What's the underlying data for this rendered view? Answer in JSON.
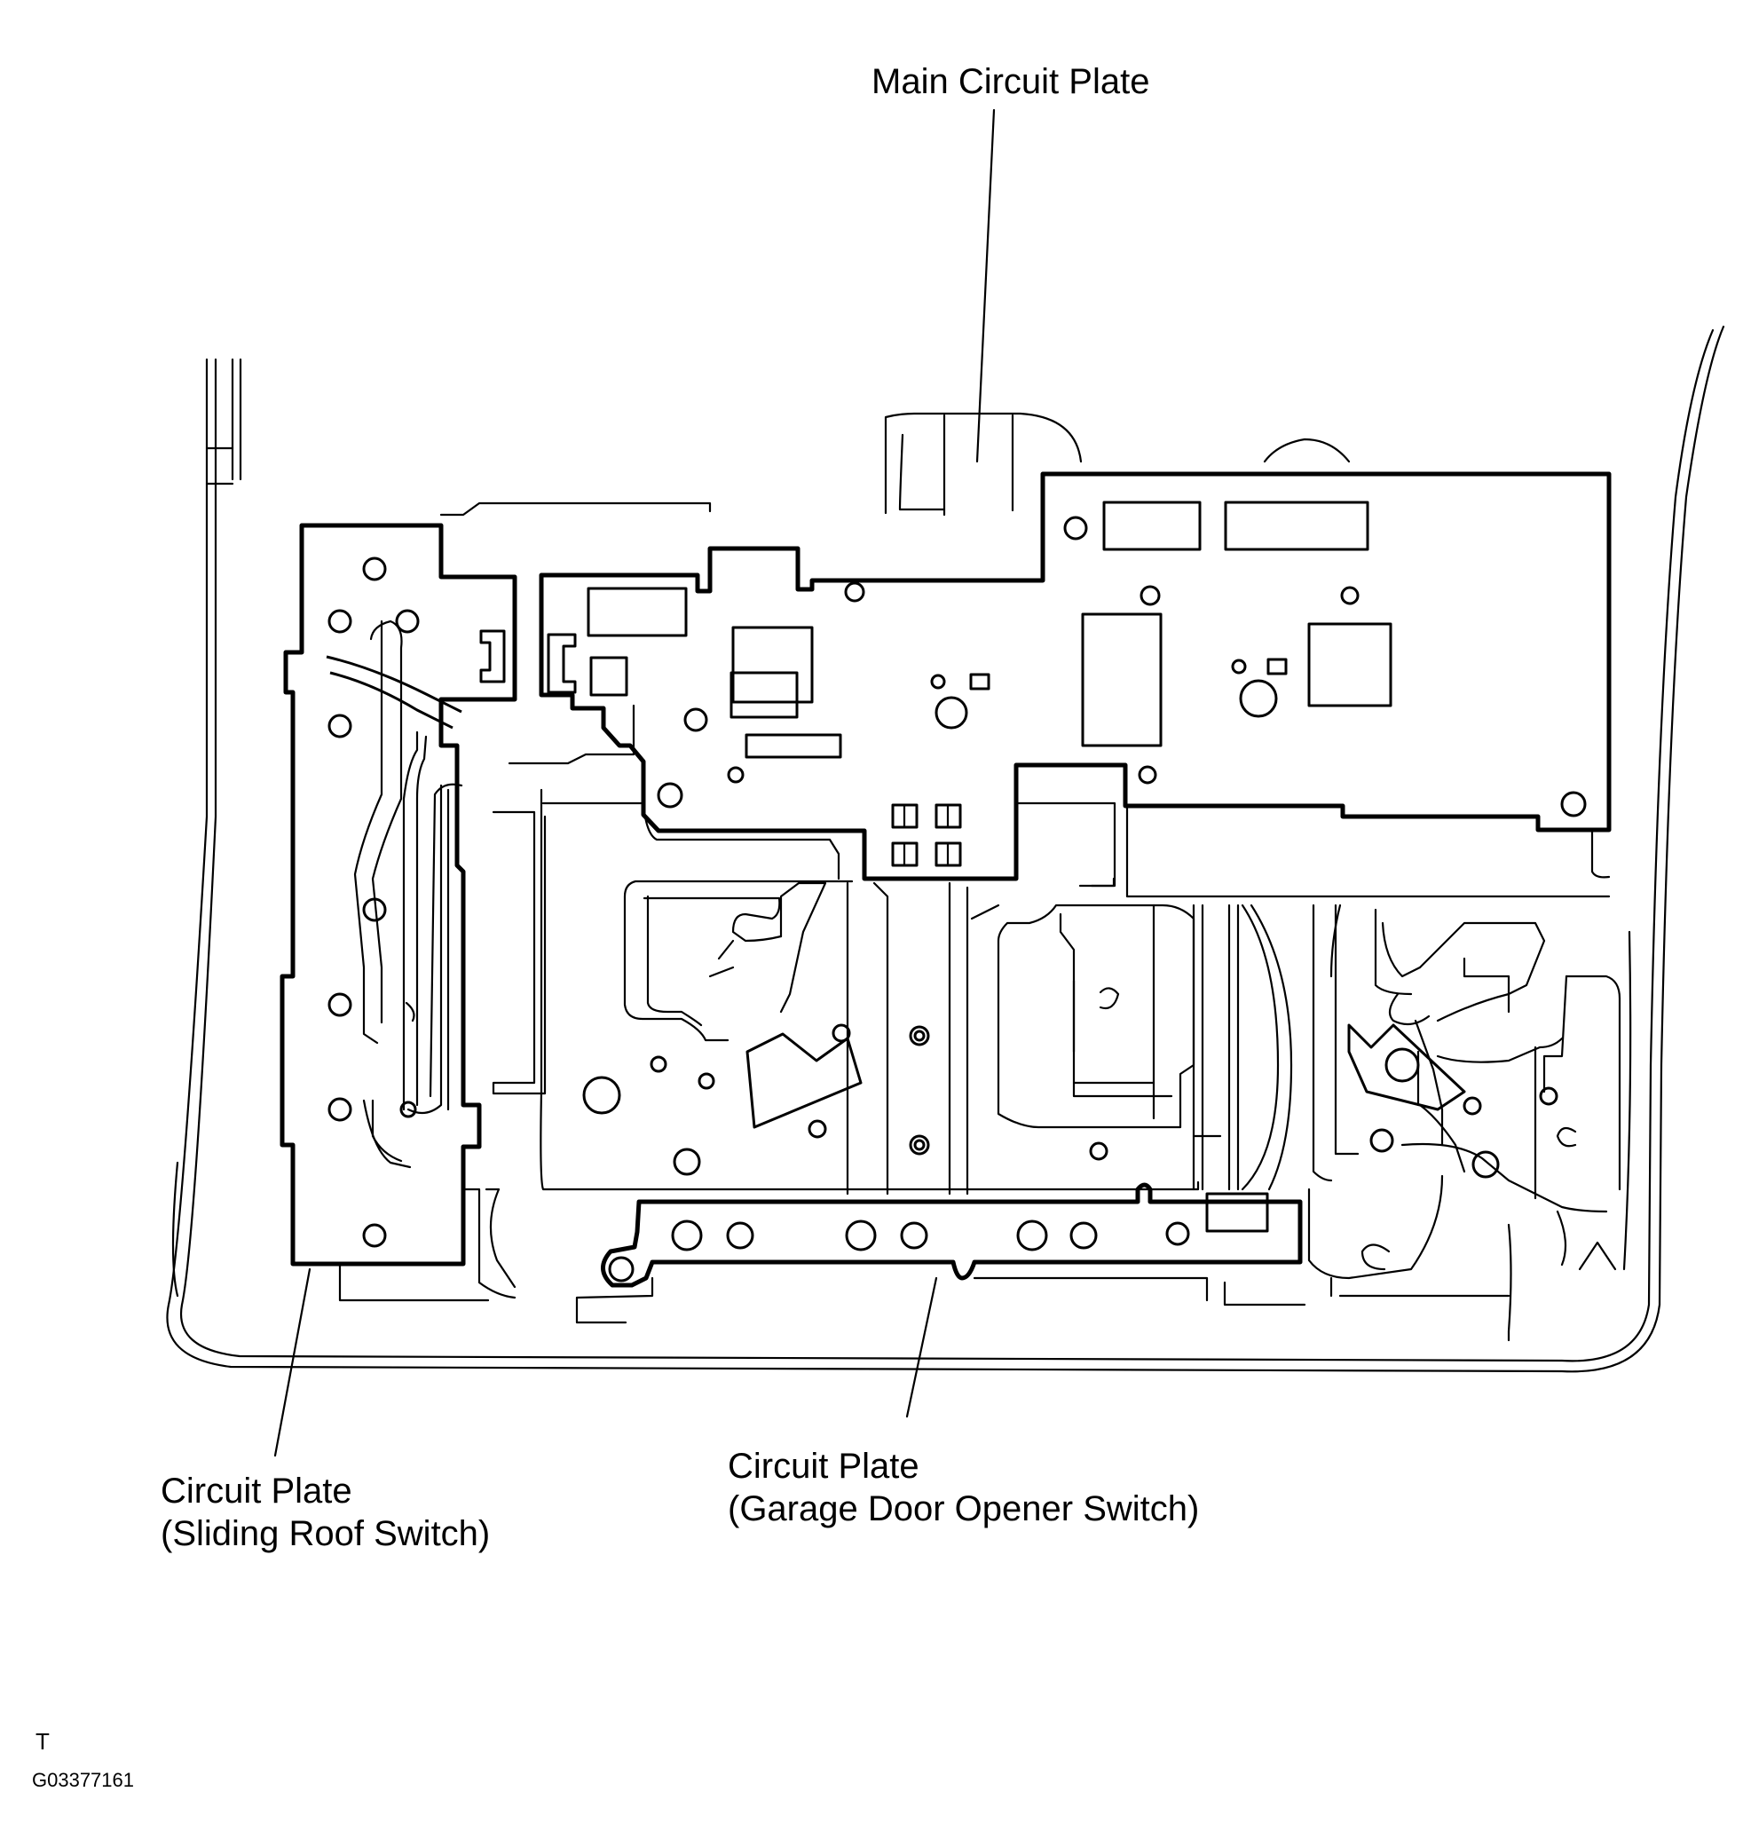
{
  "labels": {
    "main_plate": "Main Circuit Plate",
    "sliding_roof_line1": "Circuit Plate",
    "sliding_roof_line2": "(Sliding Roof Switch)",
    "garage_line1": "Circuit Plate",
    "garage_line2": "(Garage Door Opener Switch)"
  },
  "footer": {
    "mark": "T",
    "figure_id": "G03377161"
  }
}
